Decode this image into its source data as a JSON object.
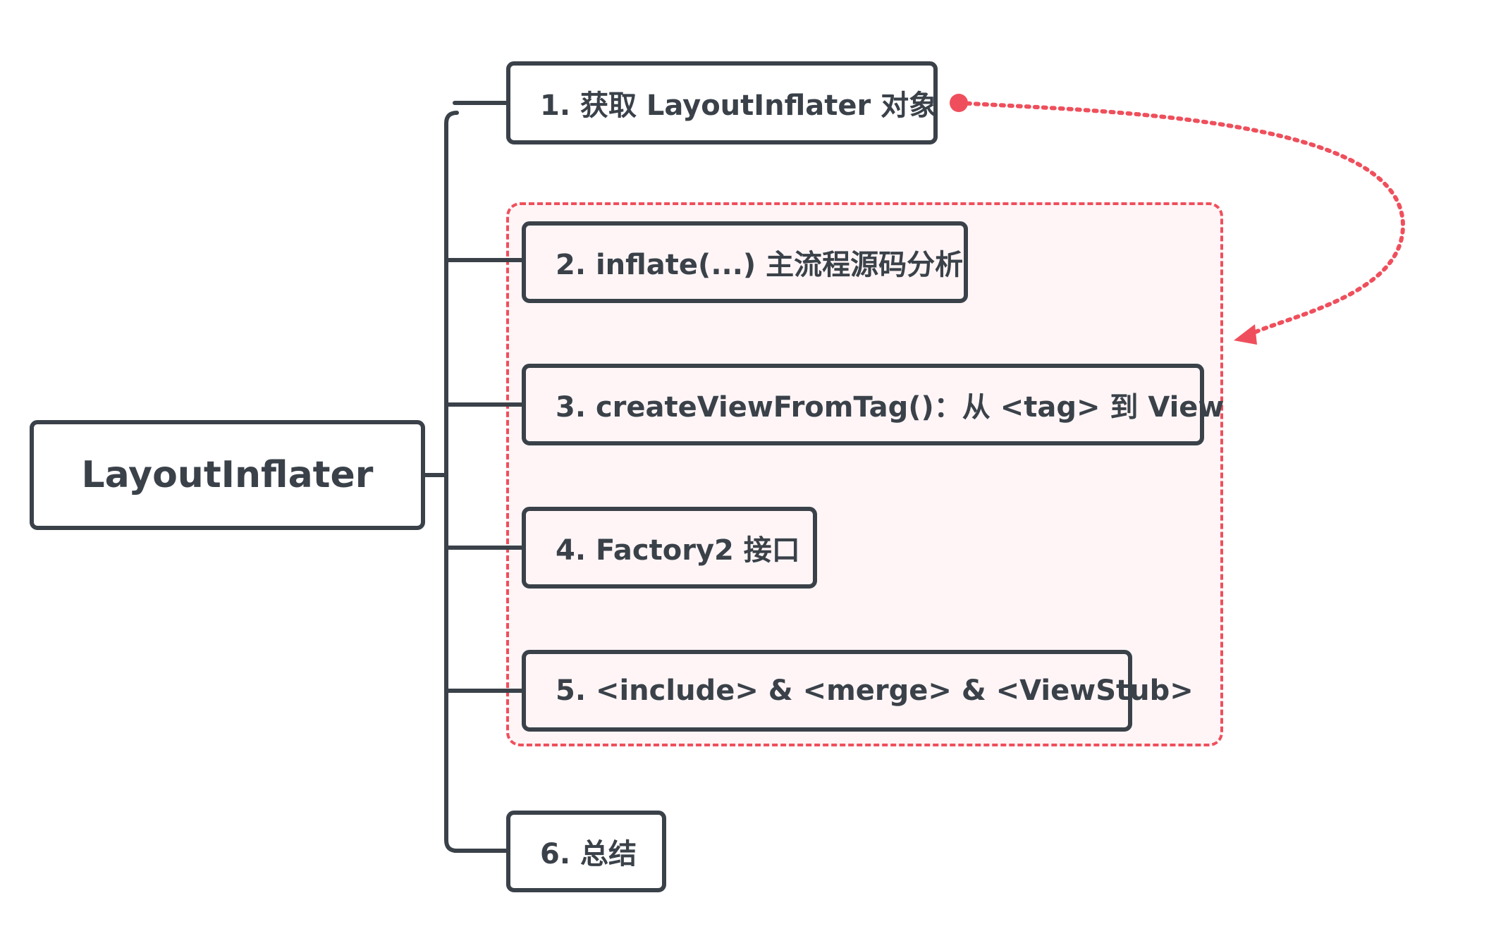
{
  "root": {
    "label": "LayoutInflater"
  },
  "children": [
    {
      "id": "c1",
      "label": "1. 获取 LayoutInflater 对象"
    },
    {
      "id": "c2",
      "label": "2. inflate(...) 主流程源码分析"
    },
    {
      "id": "c3",
      "label": "3. createViewFromTag()：从 <tag> 到 View"
    },
    {
      "id": "c4",
      "label": "4. Factory2 接口"
    },
    {
      "id": "c5",
      "label": "5. <include> & <merge> & <ViewStub>"
    },
    {
      "id": "c6",
      "label": "6. 总结"
    }
  ],
  "highlight_group": {
    "members": [
      "c2",
      "c3",
      "c4",
      "c5"
    ],
    "color": "#ef4f5c"
  },
  "relationship": {
    "from": "c1",
    "to": "highlight_group",
    "style": "dotted-arrow",
    "color": "#ef4f5c"
  },
  "colors": {
    "line": "#3a4149",
    "text": "#3a4149",
    "accent": "#ef4f5c",
    "group_fill": "#fff5f6"
  }
}
